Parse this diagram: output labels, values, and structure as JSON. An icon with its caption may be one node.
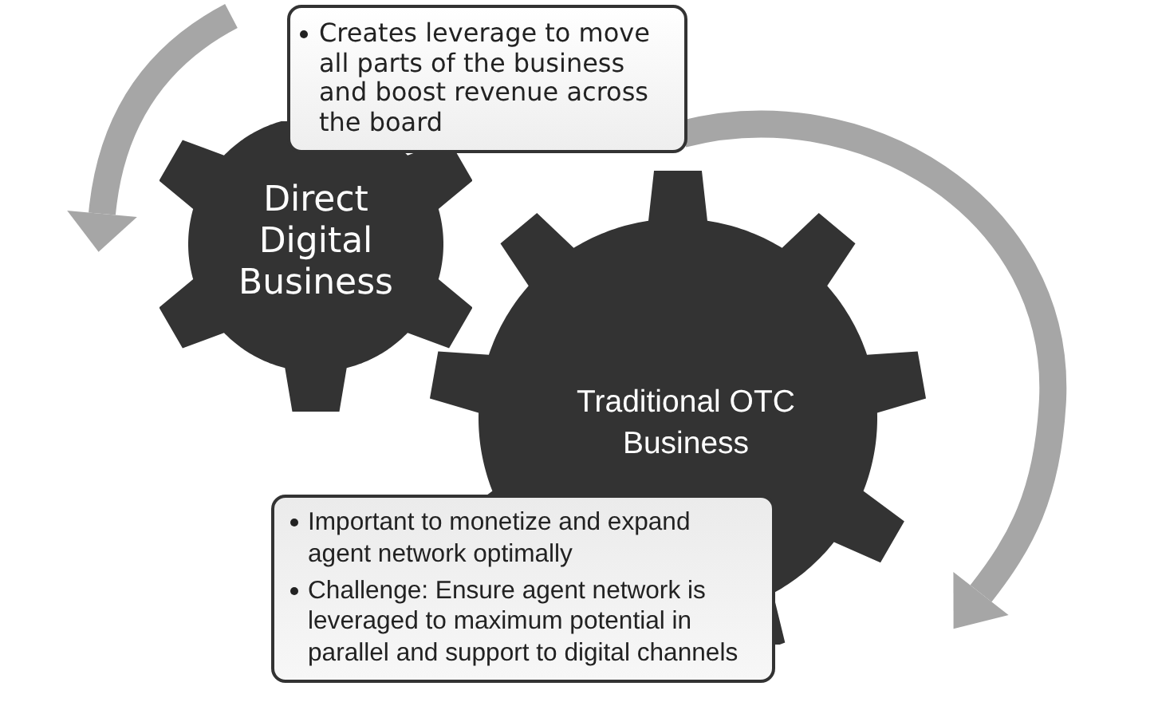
{
  "diagram": {
    "nodes": [
      {
        "text": [
          "Creates leverage to move all parts of the business and boost revenue across the board"
        ]
      },
      {
        "text": [
          "Direct Digital Business"
        ]
      },
      {
        "text": [
          "Traditional OTC Business"
        ]
      },
      {
        "text": [
          "Important to monetize and expand agent network optimally",
          "Challenge: Ensure agent network is leveraged to maximum potential in parallel and support to digital channels"
        ]
      }
    ]
  }
}
